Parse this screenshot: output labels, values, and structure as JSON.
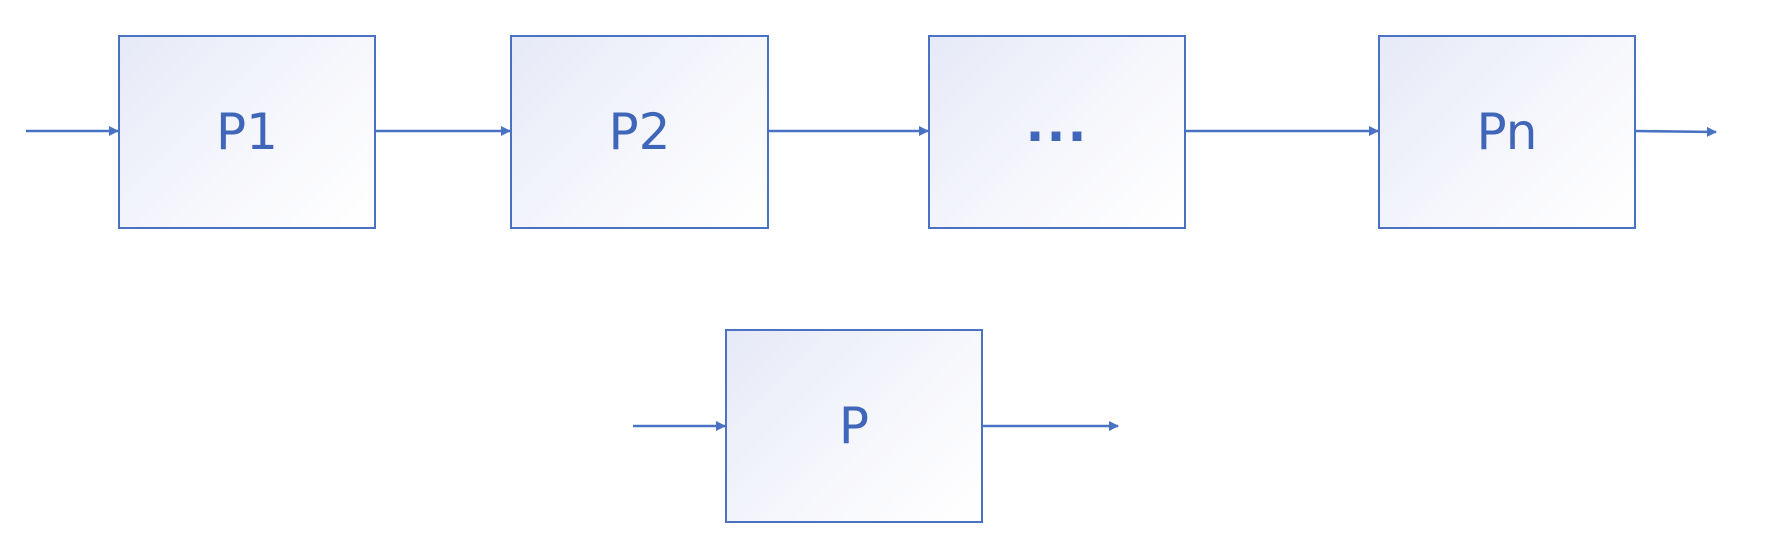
{
  "diagram": {
    "colors": {
      "stroke": "#4a72c2",
      "text": "#3f66b8"
    },
    "chain": {
      "boxes": [
        {
          "label": "P1"
        },
        {
          "label": "P2"
        },
        {
          "label": "..."
        },
        {
          "label": "Pn"
        }
      ]
    },
    "single": {
      "label": "P"
    }
  }
}
